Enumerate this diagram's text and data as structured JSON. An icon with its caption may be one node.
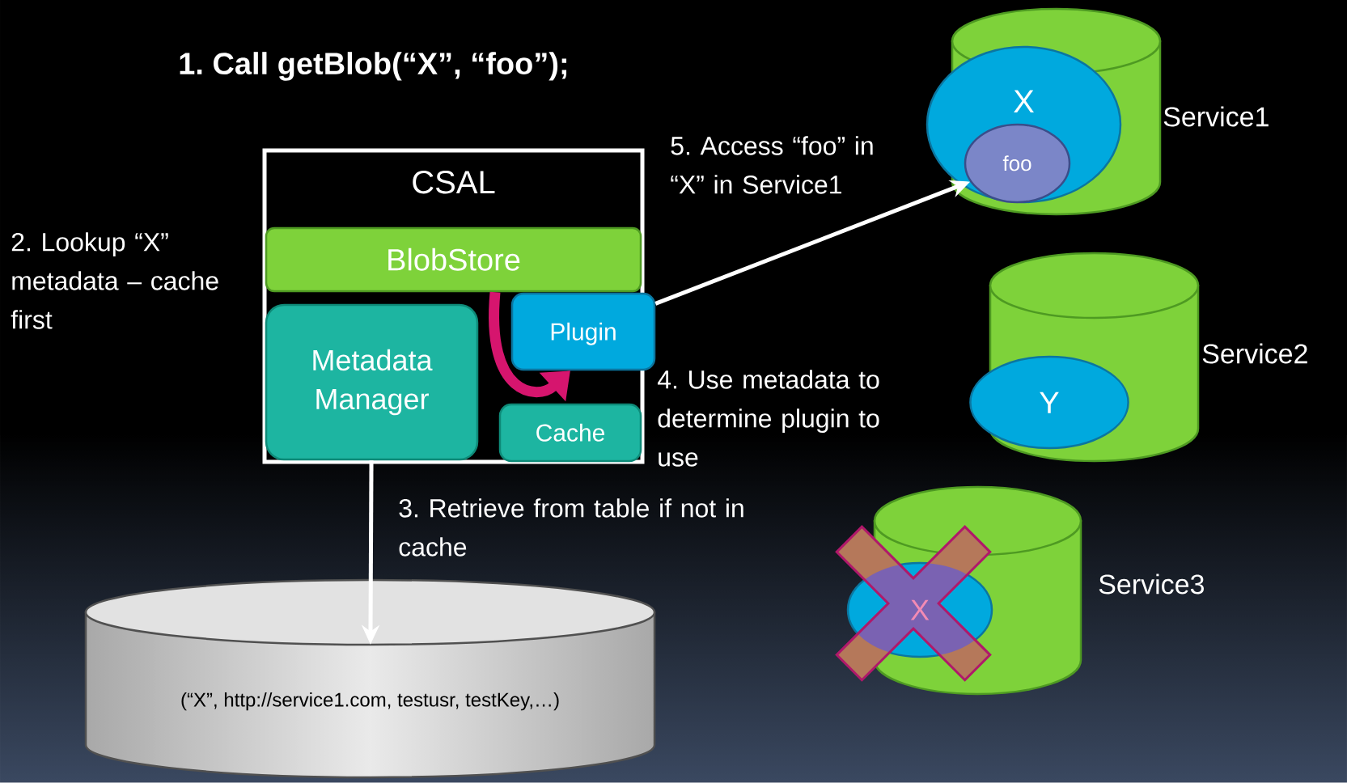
{
  "diagram": {
    "title": "1. Call getBlob(“X”, “foo”);",
    "nodes": [
      {
        "text": [
          "CSAL"
        ]
      },
      {
        "text": [
          "BlobStore"
        ],
        "in": 0
      },
      {
        "text": [
          "Metadata Manager"
        ],
        "in": 0
      },
      {
        "text": [
          "Plugin"
        ]
      },
      {
        "text": [
          "Cache"
        ],
        "in": 0
      },
      {
        "text": [],
        "shape": "cylinder",
        "beside": [
          "Service1"
        ]
      },
      {
        "text": [
          "X"
        ]
      },
      {
        "text": [
          "foo"
        ],
        "in": 6
      },
      {
        "text": [],
        "shape": "cylinder",
        "beside": [
          "Service2"
        ]
      },
      {
        "text": [
          "Y"
        ]
      },
      {
        "text": [],
        "shape": "cylinder",
        "beside": [
          "Service3"
        ]
      },
      {
        "text": [
          "X"
        ]
      },
      {
        "text": [
          "(“X”, http://service1.com, testusr, testKey,…)"
        ]
      }
    ],
    "edges": [
      {
        "from": 2,
        "to": 12,
        "arrow": "to",
        "label": "3. Retrieve from table if not in cache"
      },
      {
        "from": 1,
        "to": 3,
        "arrow": "to",
        "style": "thick",
        "color": "#d6156e"
      },
      {
        "from": 3,
        "to": 7,
        "arrow": "to",
        "label": "5. Access “foo” in “X” in Service1"
      }
    ],
    "labels": [
      "2. Lookup “X” metadata – cache first",
      "4. Use metadata to determine plugin to use"
    ]
  }
}
